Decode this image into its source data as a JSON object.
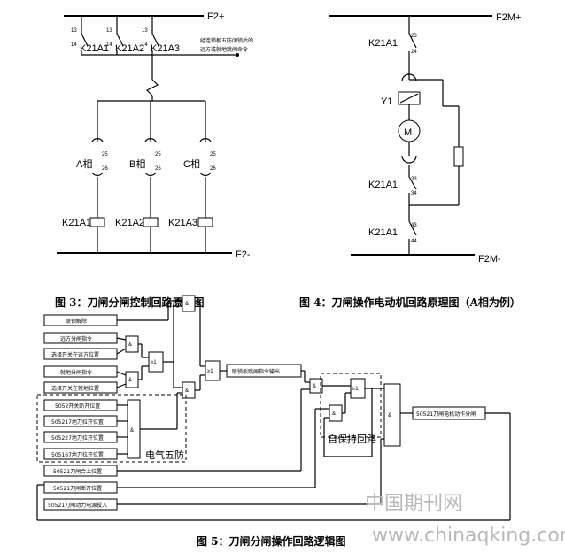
{
  "fig3": {
    "bus_top": "F2+",
    "bus_bottom": "F2-",
    "contact_pin_top": "13",
    "contact_pin_bottom": "14",
    "relays": [
      "K21A1",
      "K21A2",
      "K21A3"
    ],
    "interlock_note_line1": "经连锁板五防闭锁后的",
    "interlock_note_line2": "远方或就地跳闸命令",
    "phases": [
      "A相",
      "B相",
      "C相"
    ],
    "phase_pin_top": "25",
    "phase_pin_bottom": "26",
    "caption": "图 3：刀闸分闸控制回路原理图"
  },
  "fig4": {
    "bus_top": "F2M+",
    "bus_bottom": "F2M-",
    "relay": "K21A1",
    "pins_1": [
      "23",
      "24"
    ],
    "coil": "Y1",
    "motor": "M",
    "pins_2": [
      "33",
      "34"
    ],
    "pins_3": [
      "43",
      "44"
    ],
    "caption": "图 4：刀闸操作电动机回路原理图（A相为例）"
  },
  "fig5": {
    "inputs": [
      "联锁解除",
      "远方分闸指令",
      "选择开关在远方位置",
      "就地分闸指令",
      "选择开关在就地位置",
      "5052开关断开位置",
      "505217地刀拉开位置",
      "505227地刀拉开位置",
      "505167地刀拉开位置",
      "50521刀闸合上位置",
      "50521刀闸断开位置",
      "50521刀闸动力电源投入"
    ],
    "and_symbol": "&",
    "or_symbol": "≥1",
    "interlock_output": "联锁板跳闸指令输出",
    "motor_output": "50521刀闸电机动作分闸",
    "group_wufang": "电气五防",
    "group_selfhold": "自保持回路",
    "caption": "图 5：刀闸分闸操作回路逻辑图"
  },
  "watermark": {
    "cn": "中国期刊网",
    "url": "www.chinaqking.com"
  }
}
